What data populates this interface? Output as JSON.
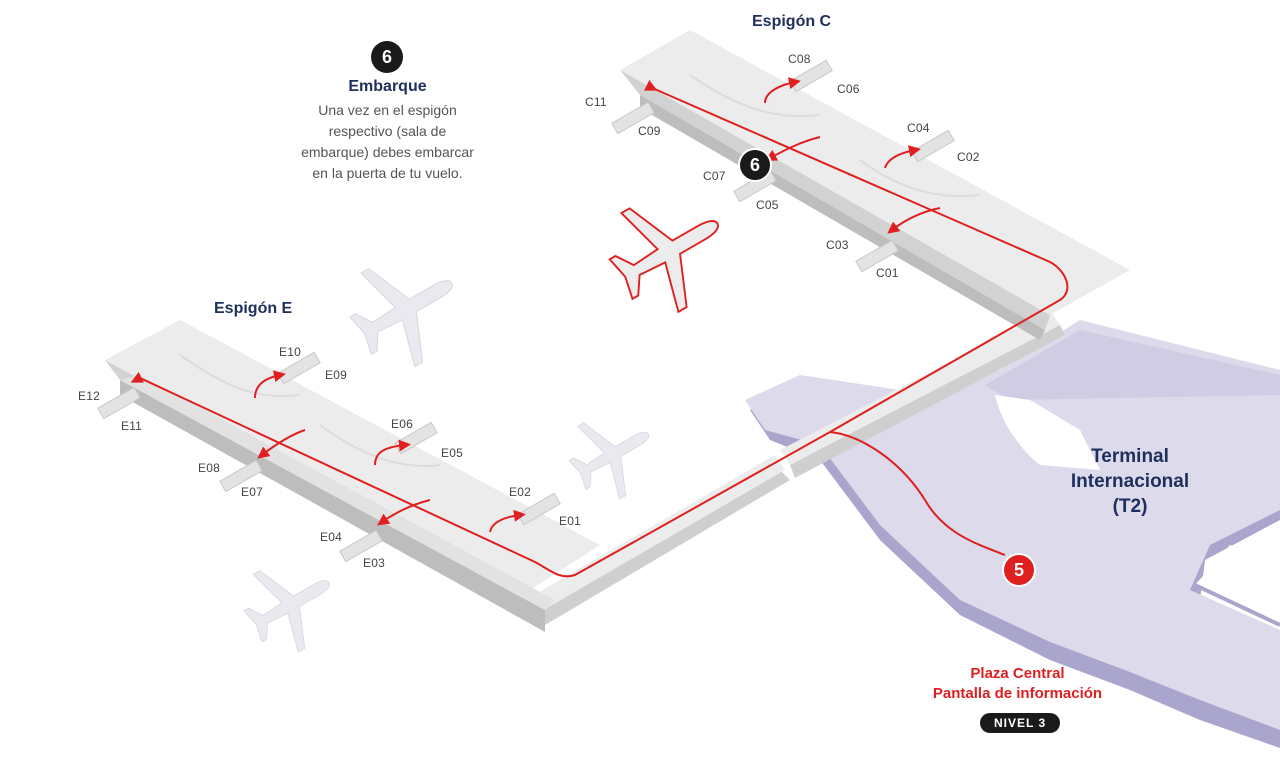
{
  "step6": {
    "number": "6",
    "title": "Embarque",
    "description_lines": [
      "Una vez en el espigón",
      "respectivo (sala de",
      "embarque) debes embarcar",
      "en la puerta de tu vuelo."
    ]
  },
  "pier_c": {
    "title": "Espigón C",
    "gates": [
      "C08",
      "C06",
      "C11",
      "C09",
      "C04",
      "C02",
      "C07",
      "C05",
      "C03",
      "C01"
    ]
  },
  "pier_e": {
    "title": "Espigón E",
    "gates": [
      "E10",
      "E09",
      "E12",
      "E11",
      "E06",
      "E05",
      "E08",
      "E07",
      "E02",
      "E01",
      "E04",
      "E03"
    ]
  },
  "terminal": {
    "name_lines": [
      "Terminal",
      "Internacional",
      "(T2)"
    ]
  },
  "step5": {
    "number": "5",
    "plaza_lines": [
      "Plaza Central",
      "Pantalla de información"
    ],
    "level": "NIVEL 3"
  },
  "gate_marker": "6",
  "colors": {
    "route": "#e02020",
    "terminal_fill": "#dcdaeb",
    "terminal_side": "#a9a5cc",
    "pier_fill": "#ececec",
    "pier_shadow": "#d2d2d2",
    "title_navy": "#1f2f5c",
    "badge_dark": "#1a1a1a"
  },
  "icons": [
    "airplane-icon",
    "route-arrow-icon"
  ]
}
